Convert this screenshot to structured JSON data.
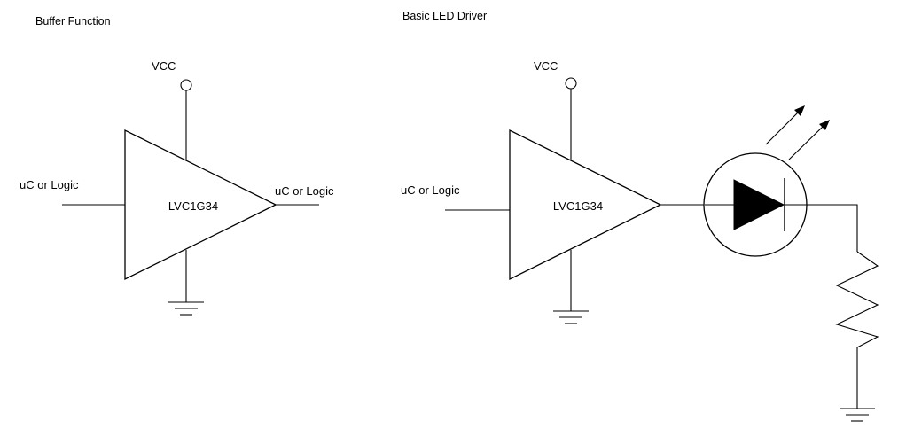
{
  "buffer_function": {
    "title": "Buffer Function",
    "vcc_label": "VCC",
    "input_label": "uC or Logic",
    "output_label": "uC or Logic",
    "chip_label": "LVC1G34"
  },
  "led_driver": {
    "title": "Basic LED Driver",
    "vcc_label": "VCC",
    "input_label": "uC or Logic",
    "chip_label": "LVC1G34"
  }
}
